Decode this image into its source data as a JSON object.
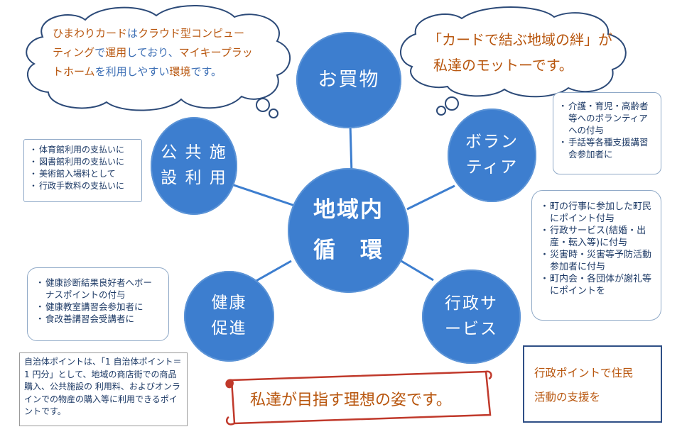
{
  "cloud_left": {
    "lines": [
      [
        {
          "t": "ひまわりカード",
          "h": false
        },
        {
          "t": "は",
          "h": true
        },
        {
          "t": "クラウド型コンピュー",
          "h": false
        }
      ],
      [
        {
          "t": "ティング",
          "h": false
        },
        {
          "t": "で",
          "h": true
        },
        {
          "t": "運用",
          "h": false
        },
        {
          "t": "しており、",
          "h": true
        },
        {
          "t": "マイキープラッ",
          "h": false
        }
      ],
      [
        {
          "t": "トホーム",
          "h": false
        },
        {
          "t": "を利用しやすい",
          "h": true
        },
        {
          "t": "環境",
          "h": false
        },
        {
          "t": "です。",
          "h": true
        }
      ]
    ]
  },
  "cloud_right": {
    "line1": "「カードで結ぶ地域の絆」が",
    "line2": "私達のモットーです。"
  },
  "hub": {
    "line1": "地域内",
    "line2": "循　環"
  },
  "nodes": {
    "shopping": {
      "line1": "お買物"
    },
    "facility": {
      "line1": "公 共 施",
      "line2": "設 利 用"
    },
    "volunteer": {
      "line1": "ボラン",
      "line2": "ティア"
    },
    "health": {
      "line1": "健康",
      "line2": "促進"
    },
    "admin": {
      "line1": "行政サ",
      "line2": "ービス"
    }
  },
  "facility_notes": [
    "体育館利用の支払いに",
    "図書館利用の支払いに",
    "美術館入場料として",
    "行政手数料の支払いに"
  ],
  "volunteer_notes": [
    "介護・育児・高齢者等へのボランティアへの付与",
    "手話等各種支援講習会参加者に"
  ],
  "admin_notes": [
    "町の行事に参加した町民にポイント付与",
    "行政サービス(結婚・出産・転入等)に付与",
    "災害時・災害等予防活動参加者に付与",
    "町内会・各団体が謝礼等にポイントを"
  ],
  "health_notes": [
    "健康診断結果良好者へボーナスポイントの付与",
    "健康教室講習会参加者に",
    "食改善講習会受講者に"
  ],
  "points_note": "自治体ポイントは、「1 自治体ポイント＝1 円分」として、地域の商店街での商品購入、公共施設の 利用料、およびオンラインでの物産の購入等に利用できるポイントです。",
  "banner": "私達が目指す理想の姿です。",
  "admin_points_box": {
    "line1": "行政ポイントで住民",
    "line2": "活動の支援を"
  },
  "colors": {
    "circle": "#3d7ecf",
    "accent_text": "#b8560e",
    "banner_border": "#c0392b",
    "dark_text": "#1d3a66"
  }
}
